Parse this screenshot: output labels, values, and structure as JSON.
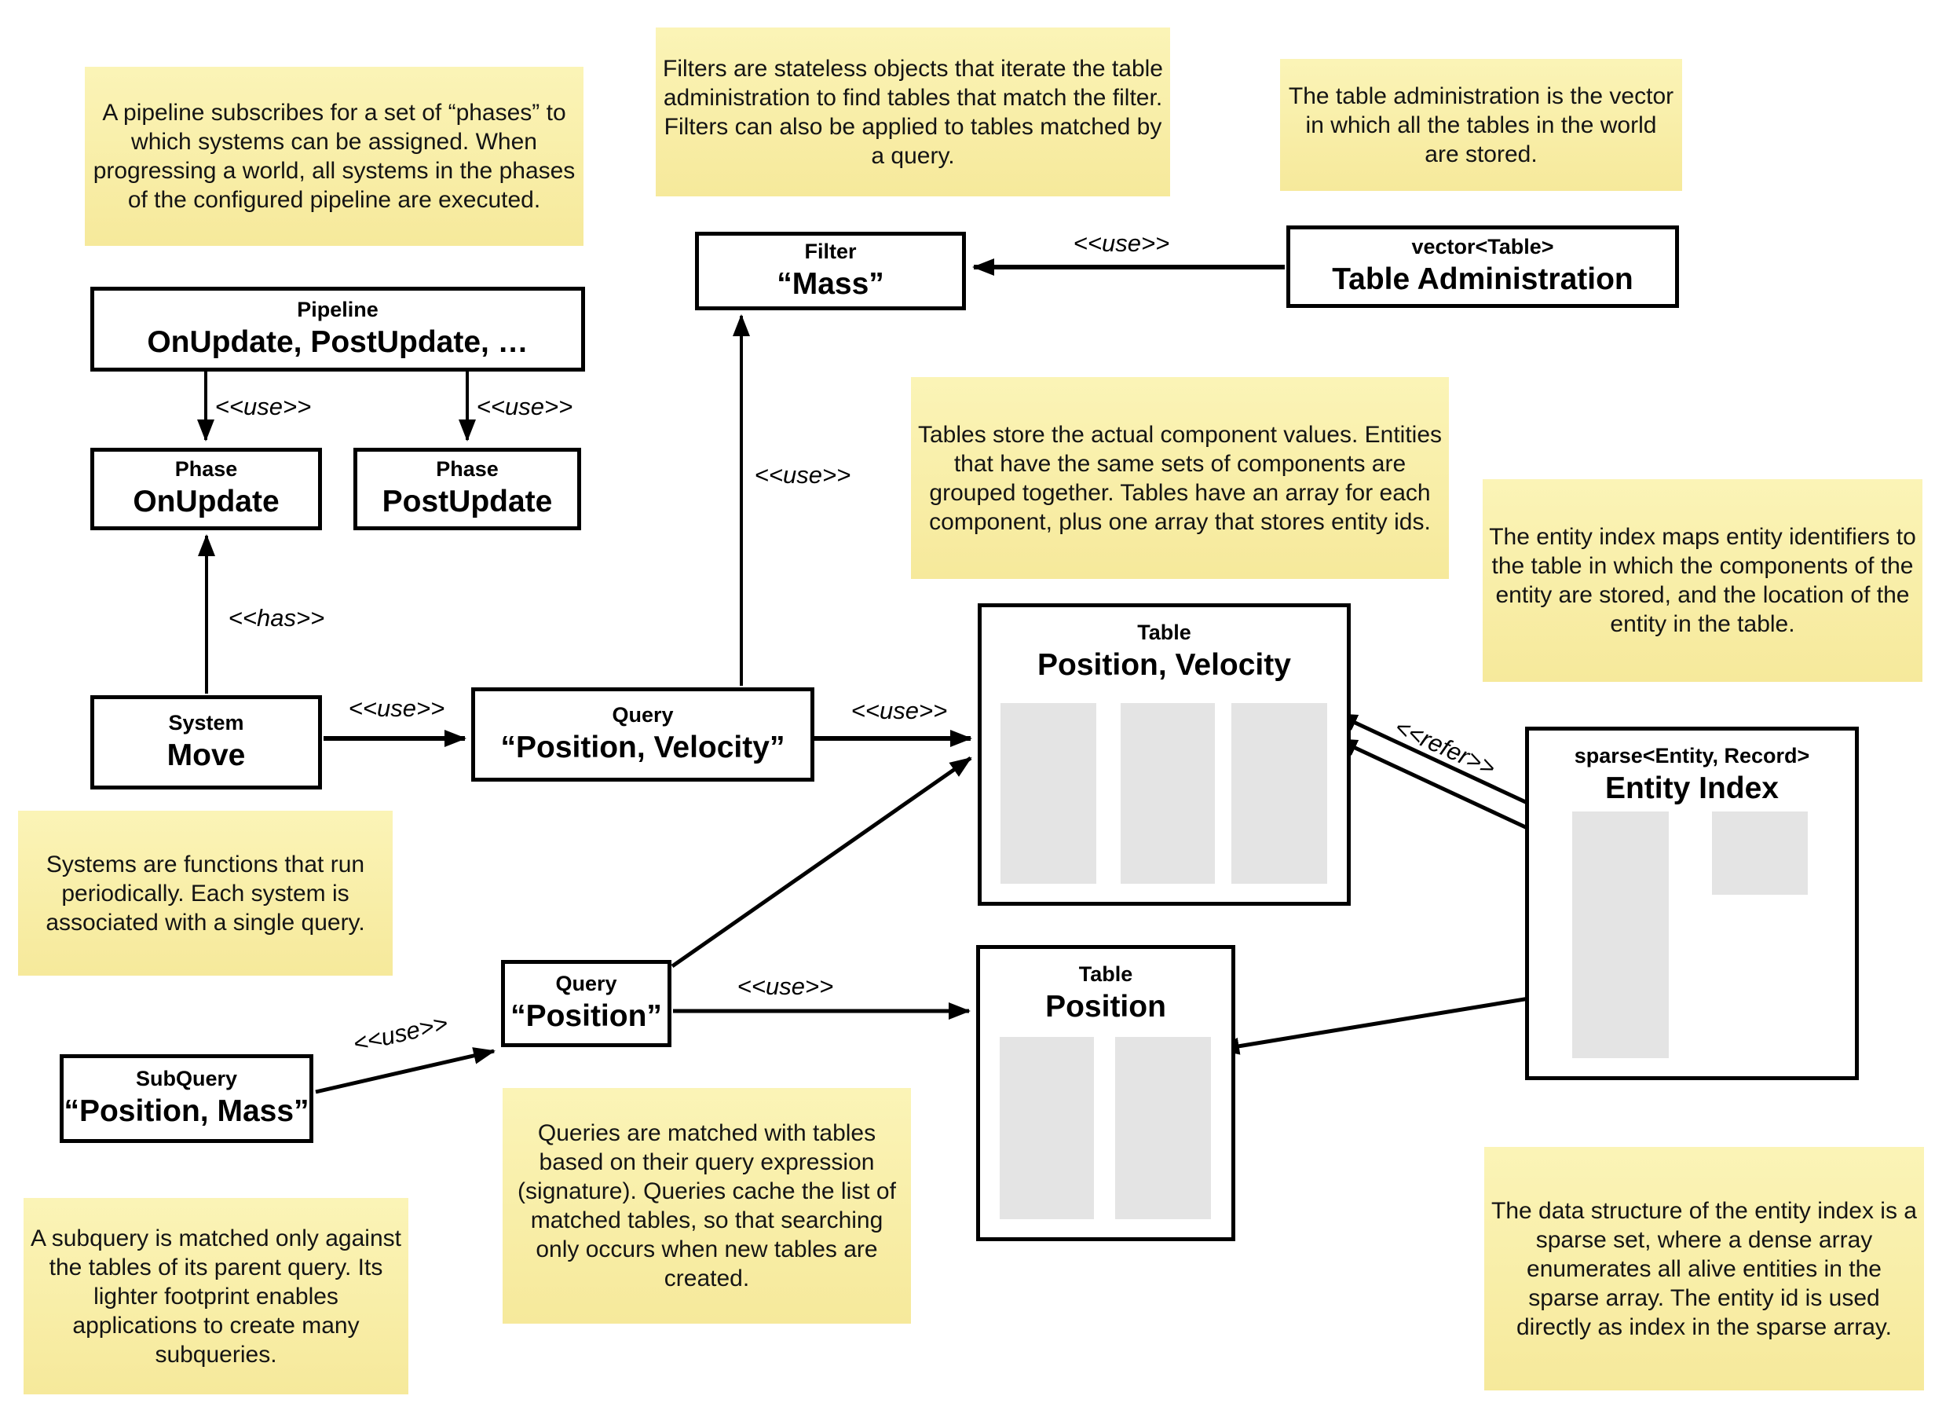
{
  "canvas": {
    "background": "#ffffff",
    "note_color_top": "#fbf4b7",
    "note_color_bottom": "#f6e99b",
    "array_gray": "#e4e4e4",
    "line_color": "#000000"
  },
  "stereotypes": {
    "use": "<<use>>",
    "has": "<<has>>",
    "refer": "<<refer>>"
  },
  "boxes": {
    "pipeline": {
      "title": "Pipeline",
      "name": "OnUpdate, PostUpdate, …"
    },
    "phase_onupdate": {
      "title": "Phase",
      "name": "OnUpdate"
    },
    "phase_postupdate": {
      "title": "Phase",
      "name": "PostUpdate"
    },
    "filter_mass": {
      "title": "Filter",
      "name": "“Mass”"
    },
    "table_admin": {
      "title": "vector<Table>",
      "name": "Table Administration"
    },
    "system_move": {
      "title": "System",
      "name": "Move"
    },
    "query_pv": {
      "title": "Query",
      "name": "“Position, Velocity”"
    },
    "query_pos": {
      "title": "Query",
      "name": "“Position”"
    },
    "subquery": {
      "title": "SubQuery",
      "name": "“Position, Mass”"
    },
    "table_pv": {
      "title": "Table",
      "name": "Position, Velocity"
    },
    "table_pos": {
      "title": "Table",
      "name": "Position"
    },
    "entity_index": {
      "title": "sparse<Entity, Record>",
      "name": "Entity Index"
    }
  },
  "notes": {
    "pipeline": "A pipeline subscribes for a set of “phases” to which systems can be assigned. When progressing a world, all systems in the phases of the configured pipeline are executed.",
    "filters": "Filters are stateless objects that iterate the table administration to find tables that match the filter. Filters can also be applied to tables matched by a query.",
    "table_admin": "The table administration is the vector in which all the tables in the world are stored.",
    "tables": "Tables store the actual component values. Entities that have the same sets of components are grouped together. Tables have an array for each component, plus one array that stores entity ids.",
    "entity_index": "The entity index maps entity identifiers to the table in which the components of the entity are stored, and the location of the entity in the table.",
    "systems": "Systems are functions that run periodically. Each system is associated with a single query.",
    "queries": "Queries are matched with tables based on their query expression (signature). Queries cache the list of matched tables, so that searching only occurs when new tables are created.",
    "subquery": "A subquery is matched only against the tables of its parent query. Its lighter footprint enables applications to create many subqueries.",
    "sparse_set": "The data structure of the entity index is a sparse set, where a dense array enumerates all alive entities in the sparse array. The entity id is used directly as index in the sparse array."
  }
}
